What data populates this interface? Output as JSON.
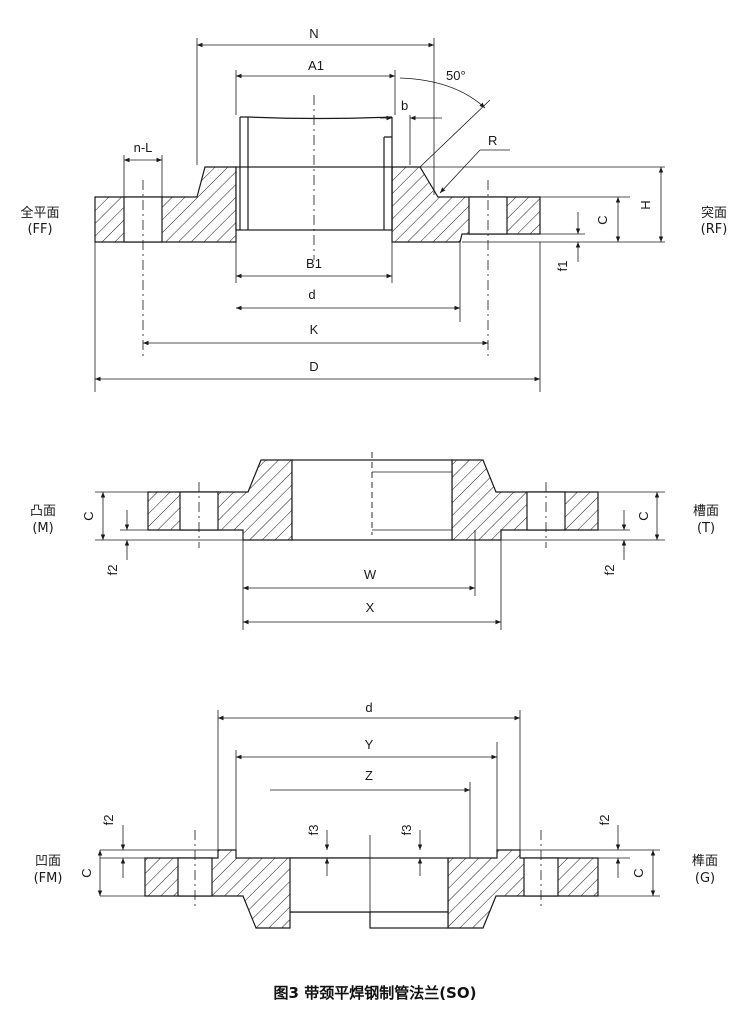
{
  "caption": "图3 带颈平焊钢制管法兰(SO)",
  "top_view": {
    "dims": {
      "N": "N",
      "A1": "A1",
      "angle": "50°",
      "b": "b",
      "R": "R",
      "nL": "n-L",
      "H": "H",
      "C": "C",
      "f1": "f1",
      "B1": "B1",
      "d": "d",
      "K": "K",
      "D": "D"
    },
    "left_face": {
      "name": "全平面",
      "code": "(FF)"
    },
    "right_face": {
      "name": "突面",
      "code": "(RF)"
    }
  },
  "middle_view": {
    "dims": {
      "C_left": "C",
      "C_right": "C",
      "f2_left": "f2",
      "f2_right": "f2",
      "W": "W",
      "X": "X"
    },
    "left_face": {
      "name": "凸面",
      "code": "(M)"
    },
    "right_face": {
      "name": "槽面",
      "code": "(T)"
    }
  },
  "bottom_view": {
    "dims": {
      "d": "d",
      "Y": "Y",
      "Z": "Z",
      "f2_left": "f2",
      "f2_right": "f2",
      "f3_left": "f3",
      "f3_right": "f3",
      "C_left": "C",
      "C_right": "C"
    },
    "left_face": {
      "name": "凹面",
      "code": "(FM)"
    },
    "right_face": {
      "name": "榫面",
      "code": "(G)"
    }
  }
}
